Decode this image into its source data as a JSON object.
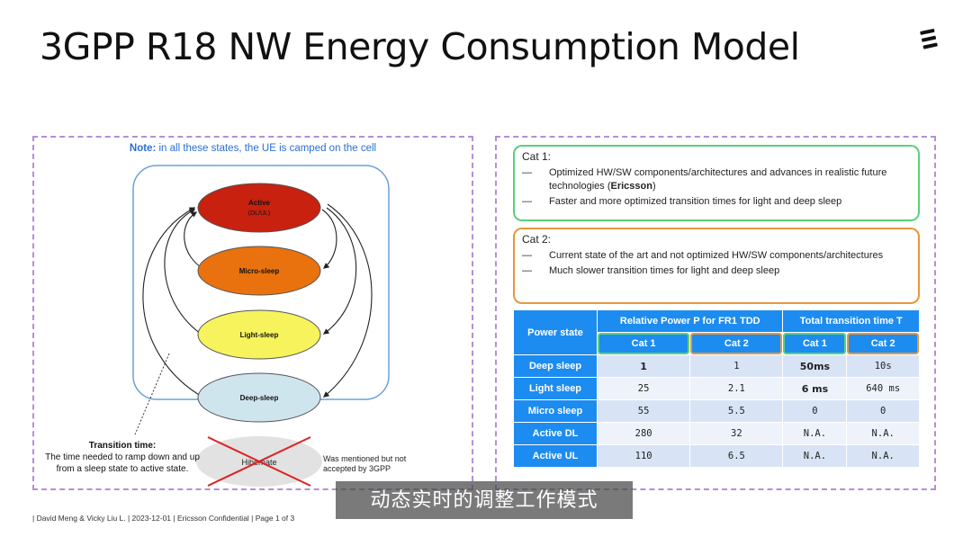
{
  "page": {
    "title": "3GPP R18 NW Energy Consumption Model",
    "footer": "| David Meng & Vicky Liu L. | 2023-12-01 | Ericsson Confidential | Page 1 of 3",
    "subtitle": "动态实时的调整工作模式"
  },
  "diagram": {
    "note_label": "Note:",
    "note_text": " in all these states, the UE is camped on the cell",
    "states": [
      {
        "name": "Active",
        "sub": "(DL/UL)",
        "color": "#c8210f"
      },
      {
        "name": "Micro-sleep",
        "color": "#e9720f"
      },
      {
        "name": "Light-sleep",
        "color": "#f6f35c"
      },
      {
        "name": "Deep-sleep",
        "color": "#cfe5ee"
      }
    ],
    "hibernate": "Hibernate",
    "transition_title": "Transition time:",
    "transition_text": "The time needed to ramp down and up from a sleep state to active state.",
    "mention_text": "Was mentioned but not accepted by 3GPP"
  },
  "categories": {
    "cat1": {
      "title": "Cat 1:",
      "items": [
        {
          "pre": "Optimized HW/SW components/architectures and advances in realistic future technologies (",
          "bold": "Ericsson",
          "post": ")"
        },
        {
          "pre": "Faster and more optimized transition times for light and deep sleep",
          "bold": "",
          "post": ""
        }
      ]
    },
    "cat2": {
      "title": "Cat 2:",
      "items": [
        "Current state of the art and not optimized HW/SW components/architectures",
        "Much slower transition times for light and deep sleep"
      ]
    },
    "dash": "—"
  },
  "table": {
    "col_power_state": "Power state",
    "group_power": "Relative Power P for FR1 TDD",
    "group_time": "Total transition time T",
    "sub": [
      "Cat 1",
      "Cat 2",
      "Cat 1",
      "Cat 2"
    ],
    "rows": [
      {
        "state": "Deep sleep",
        "values": [
          "1",
          "1",
          "50ms",
          "10s"
        ]
      },
      {
        "state": "Light sleep",
        "values": [
          "25",
          "2.1",
          "6 ms",
          "640 ms"
        ]
      },
      {
        "state": "Micro sleep",
        "values": [
          "55",
          "5.5",
          "0",
          "0"
        ]
      },
      {
        "state": "Active DL",
        "values": [
          "280",
          "32",
          "N.A.",
          "N.A."
        ]
      },
      {
        "state": "Active UL",
        "values": [
          "110",
          "6.5",
          "N.A.",
          "N.A."
        ]
      }
    ]
  }
}
